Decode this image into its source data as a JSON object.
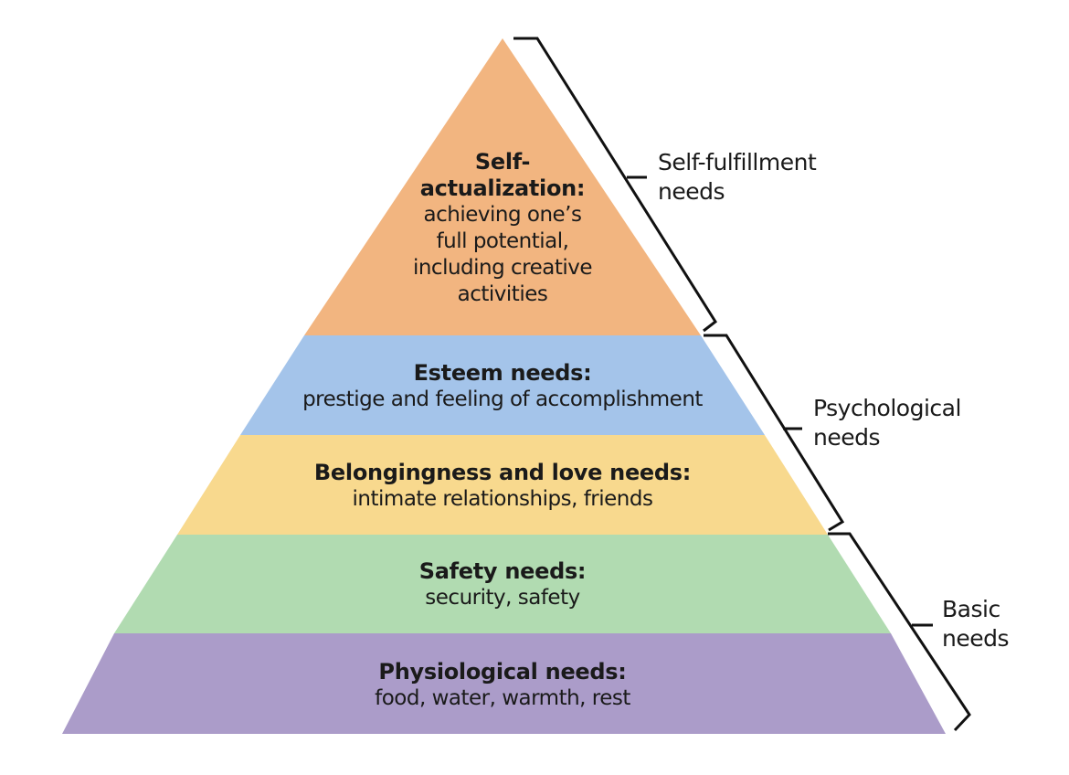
{
  "levels": [
    {
      "title_line1": "Self-",
      "title_line2": "actualization:",
      "desc_lines": [
        "achieving one’s",
        "full potential,",
        "including creative",
        "activities"
      ],
      "color": "#f2b580"
    },
    {
      "title": "Esteem needs:",
      "desc": "prestige and feeling of accomplishment",
      "color": "#a4c4ea"
    },
    {
      "title": "Belongingness and love needs:",
      "desc": "intimate relationships, friends",
      "color": "#f8d98e"
    },
    {
      "title": "Safety needs:",
      "desc": "security, safety",
      "color": "#b1dbb1"
    },
    {
      "title": "Physiological needs:",
      "desc": "food, water, warmth, rest",
      "color": "#ab9cc9"
    }
  ],
  "groups": [
    {
      "line1": "Self-fulfillment",
      "line2": "needs"
    },
    {
      "line1": "Psychological",
      "line2": "needs"
    },
    {
      "line1": "Basic",
      "line2": "needs"
    }
  ]
}
